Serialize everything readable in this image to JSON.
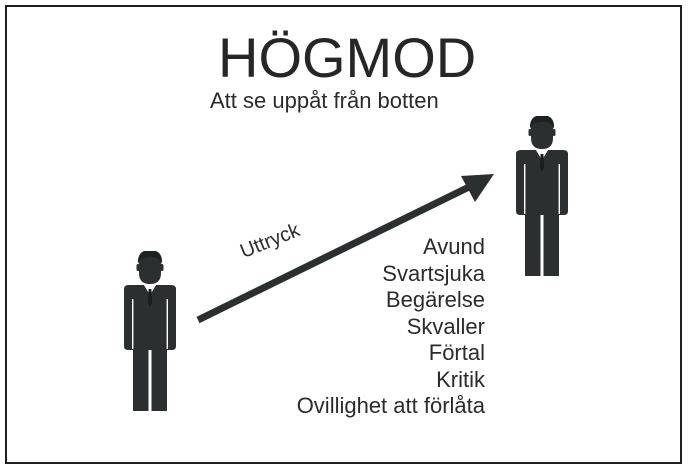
{
  "title": "HÖGMOD",
  "subtitle": "Att se uppåt från botten",
  "arrow_label": "Uttryck",
  "expressions": [
    "Avund",
    "Svartsjuka",
    "Begärelse",
    "Skvaller",
    "Förtal",
    "Kritik",
    "Ovillighet att förlåta"
  ],
  "colors": {
    "figure": "#2c2f30",
    "arrow": "#2c2f30",
    "text": "#2b2b2b",
    "border": "#1e1e1e"
  },
  "icons": {
    "lower_person": "person-icon",
    "upper_person": "person-icon",
    "arrow": "arrow-icon"
  }
}
